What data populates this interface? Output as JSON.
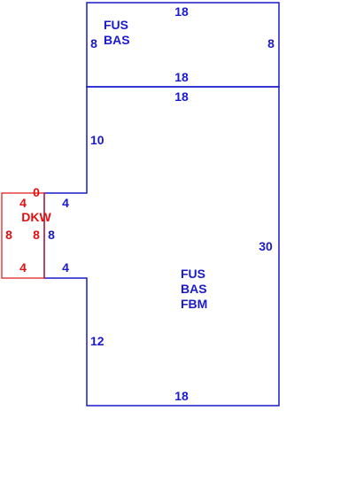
{
  "colors": {
    "main_outline": "#1a1acc",
    "deck_outline": "#e01010",
    "background": "#ffffff"
  },
  "top_section": {
    "codes": [
      "FUS",
      "BAS"
    ],
    "dims": {
      "top": "18",
      "left": "8",
      "right": "8",
      "bottom": "18"
    }
  },
  "main_section": {
    "codes": [
      "FUS",
      "BAS",
      "FBM"
    ],
    "dims": {
      "top": "18",
      "left_upper": "10",
      "notch_top": "4",
      "notch_side": "8",
      "notch_bottom": "4",
      "left_lower": "12",
      "right": "30",
      "bottom": "18"
    }
  },
  "deck_section": {
    "code": "DKW",
    "dims": {
      "top": "0",
      "upper": "4",
      "left": "8",
      "right": "8",
      "lower": "4"
    }
  }
}
